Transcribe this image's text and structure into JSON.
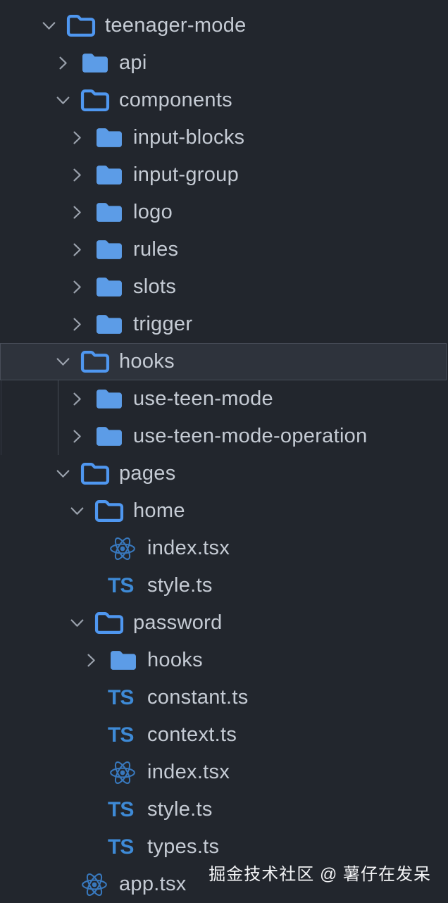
{
  "tree": {
    "items": [
      {
        "label": "teenager-mode",
        "level": 0,
        "icon": "folder-open",
        "chevron": "down",
        "selected": false
      },
      {
        "label": "api",
        "level": 1,
        "icon": "folder",
        "chevron": "right",
        "selected": false
      },
      {
        "label": "components",
        "level": 1,
        "icon": "folder-open",
        "chevron": "down",
        "selected": false
      },
      {
        "label": "input-blocks",
        "level": 2,
        "icon": "folder",
        "chevron": "right",
        "selected": false
      },
      {
        "label": "input-group",
        "level": 2,
        "icon": "folder",
        "chevron": "right",
        "selected": false
      },
      {
        "label": "logo",
        "level": 2,
        "icon": "folder",
        "chevron": "right",
        "selected": false
      },
      {
        "label": "rules",
        "level": 2,
        "icon": "folder",
        "chevron": "right",
        "selected": false
      },
      {
        "label": "slots",
        "level": 2,
        "icon": "folder",
        "chevron": "right",
        "selected": false
      },
      {
        "label": "trigger",
        "level": 2,
        "icon": "folder",
        "chevron": "right",
        "selected": false
      },
      {
        "label": "hooks",
        "level": 1,
        "icon": "folder-open",
        "chevron": "down",
        "selected": true
      },
      {
        "label": "use-teen-mode",
        "level": 2,
        "icon": "folder",
        "chevron": "right",
        "selected": false
      },
      {
        "label": "use-teen-mode-operation",
        "level": 2,
        "icon": "folder",
        "chevron": "right",
        "selected": false
      },
      {
        "label": "pages",
        "level": 1,
        "icon": "folder-open",
        "chevron": "down",
        "selected": false
      },
      {
        "label": "home",
        "level": 2,
        "icon": "folder-open",
        "chevron": "down",
        "selected": false
      },
      {
        "label": "index.tsx",
        "level": 3,
        "icon": "react",
        "chevron": null,
        "selected": false
      },
      {
        "label": "style.ts",
        "level": 3,
        "icon": "ts",
        "chevron": null,
        "selected": false
      },
      {
        "label": "password",
        "level": 2,
        "icon": "folder-open",
        "chevron": "down",
        "selected": false
      },
      {
        "label": "hooks",
        "level": 3,
        "icon": "folder",
        "chevron": "right",
        "selected": false
      },
      {
        "label": "constant.ts",
        "level": 3,
        "icon": "ts",
        "chevron": null,
        "selected": false
      },
      {
        "label": "context.ts",
        "level": 3,
        "icon": "ts",
        "chevron": null,
        "selected": false
      },
      {
        "label": "index.tsx",
        "level": 3,
        "icon": "react",
        "chevron": null,
        "selected": false
      },
      {
        "label": "style.ts",
        "level": 3,
        "icon": "ts",
        "chevron": null,
        "selected": false
      },
      {
        "label": "types.ts",
        "level": 3,
        "icon": "ts",
        "chevron": null,
        "selected": false
      },
      {
        "label": "app.tsx",
        "level": 1,
        "icon": "react",
        "chevron": null,
        "selected": false
      }
    ]
  },
  "icons": {
    "ts_label": "TS"
  },
  "watermark": {
    "text": "掘金技术社区 @ 薯仔在发呆"
  },
  "colors": {
    "background": "#22262d",
    "text": "#c5cbd4",
    "chevron": "#9aa1ac",
    "folder_open_blue": "#4f97f0",
    "folder_blue": "#5c9ce7",
    "react_blue": "#3878bd",
    "ts_blue": "#3e8ad6",
    "selection_bg": "#2e333c",
    "selection_border": "#484e59",
    "indent_guide": "#454b55",
    "indent_guide_faint": "#343a44",
    "watermark_text": "#f2f3f5"
  }
}
